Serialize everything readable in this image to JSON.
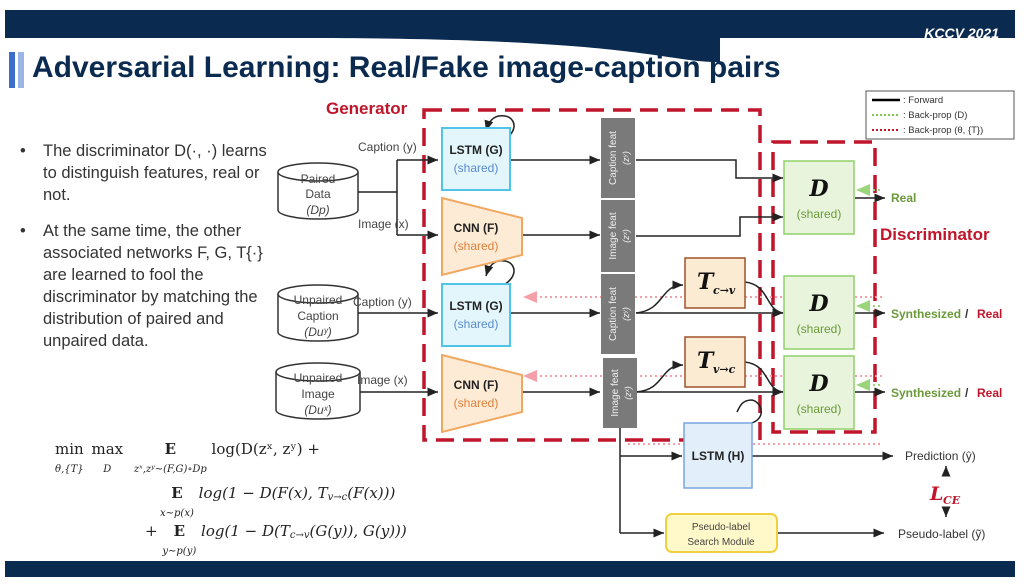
{
  "header": {
    "conference": "KCCV 2021",
    "title": "Adversarial Learning: Real/Fake image-caption pairs",
    "colors": {
      "bar": "#0b2a4f",
      "accent1": "#3b6fc9",
      "accent2": "#9bb5e6"
    }
  },
  "bullets": [
    "The discriminator D(·, ·) learns to distinguish features, real or not.",
    "At the same time, the other associated networks F, G, T{·} are learned to fool the discriminator by matching the distribution of paired and unpaired data."
  ],
  "equation": {
    "line1": {
      "min": "min",
      "min_sub": "θ,{T}",
      "max": "max",
      "max_sub": "D",
      "E": "E",
      "E_sub": "zˣ,zʸ∼(F,G)∘Dp",
      "body": "log(D(zˣ, zʸ) +"
    },
    "line2": {
      "E": "E",
      "E_sub": "x∼p(x)",
      "body": "log(1 − D(F(x), T",
      "t_sub": "v→c",
      "body2": "(F(x)))"
    },
    "line3": {
      "plus": "+",
      "E": "E",
      "E_sub": "y∼p(y)",
      "body": "log(1 − D(T",
      "t_sub": "c→v",
      "body2": "(G(y)), G(y)))"
    }
  },
  "legend": {
    "items": [
      {
        "label": ": Forward",
        "style": "solid",
        "color": "#000000"
      },
      {
        "label": ": Back-prop (D)",
        "style": "dotted",
        "color": "#7ec850"
      },
      {
        "label": ": Back-prop (θ, {T})",
        "style": "dotted",
        "color": "#c0152a"
      }
    ]
  },
  "diagram": {
    "generator_label": "Generator",
    "discriminator_label": "Discriminator",
    "datasets": [
      {
        "line1": "Paired",
        "line2": "Data",
        "line3": "(Dp)"
      },
      {
        "line1": "Unpaired",
        "line2": "Caption",
        "line3": "(Duʸ)"
      },
      {
        "line1": "Unpaired",
        "line2": "Image",
        "line3": "(Duˣ)"
      }
    ],
    "input_labels": {
      "caption": "Caption (y)",
      "image": "Image (x)"
    },
    "lstm_g": {
      "title": "LSTM (G)",
      "sub": "(shared)"
    },
    "cnn_f": {
      "title": "CNN (F)",
      "sub": "(shared)"
    },
    "feats": {
      "caption": "Caption feat",
      "caption_sym": "(zʸ)",
      "image": "Image feat",
      "image_sym": "(zˣ)"
    },
    "t_cv": {
      "T": "T",
      "sub": "c→v"
    },
    "t_vc": {
      "T": "T",
      "sub": "v→c"
    },
    "disc": {
      "title": "D",
      "sub": "(shared)"
    },
    "outputs": {
      "real": "Real",
      "synth": "Synthesized",
      "slash": "/",
      "real2": "Real"
    },
    "lstm_h": "LSTM (H)",
    "pseudo_module": {
      "line1": "Pseudo-label",
      "line2": "Search Module"
    },
    "prediction": "Prediction (ŷ)",
    "pseudo_label": "Pseudo-label (ỹ)",
    "loss": {
      "L": "L",
      "sub": "CE"
    },
    "colors": {
      "red": "#c0152a",
      "lstm_fill": "#e3f6fc",
      "lstm_stroke": "#4fc3e8",
      "cnn_fill": "#fdebd6",
      "cnn_stroke": "#f0a860",
      "disc_fill": "#e8f5dc",
      "disc_stroke": "#8fd16a",
      "t_fill": "#fcebd3",
      "t_stroke": "#a0522d",
      "feat_fill": "#7a7a7a",
      "h_fill": "#e3eefb",
      "h_stroke": "#7aa6e0",
      "pseudo_fill": "#fff8c8",
      "pseudo_stroke": "#f0d040",
      "green_text": "#6a9a3a",
      "blue_text": "#5a8ad0",
      "orange_text": "#e0803a"
    }
  }
}
